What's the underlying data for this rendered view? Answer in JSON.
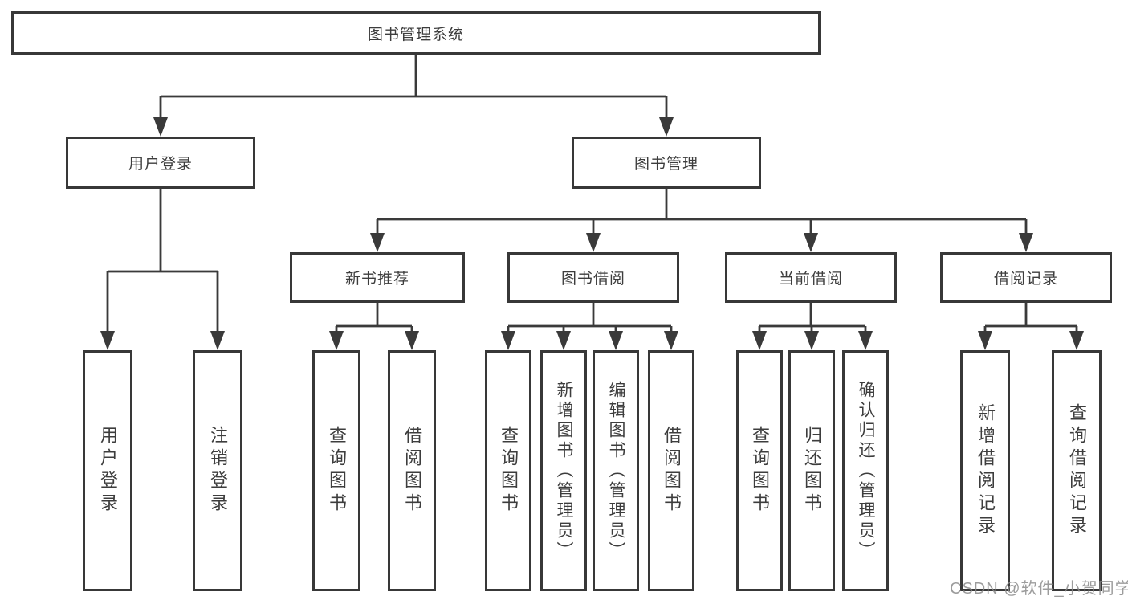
{
  "diagram": {
    "root": {
      "label": "图书管理系统"
    },
    "level2": [
      {
        "label": "用户登录"
      },
      {
        "label": "图书管理"
      }
    ],
    "level3": [
      {
        "label": "新书推荐"
      },
      {
        "label": "图书借阅"
      },
      {
        "label": "当前借阅"
      },
      {
        "label": "借阅记录"
      }
    ],
    "leaves": [
      {
        "label": "用户登录",
        "parent": "用户登录"
      },
      {
        "label": "注销登录",
        "parent": "用户登录"
      },
      {
        "label": "查询图书",
        "parent": "新书推荐"
      },
      {
        "label": "借阅图书",
        "parent": "新书推荐"
      },
      {
        "label": "查询图书",
        "parent": "图书借阅"
      },
      {
        "label": "新增图书（管理员）",
        "parent": "图书借阅"
      },
      {
        "label": "编辑图书（管理员）",
        "parent": "图书借阅"
      },
      {
        "label": "借阅图书",
        "parent": "图书借阅"
      },
      {
        "label": "查询图书",
        "parent": "当前借阅"
      },
      {
        "label": "归还图书",
        "parent": "当前借阅"
      },
      {
        "label": "确认归还（管理员）",
        "parent": "当前借阅"
      },
      {
        "label": "新增借阅记录",
        "parent": "借阅记录"
      },
      {
        "label": "查询借阅记录",
        "parent": "借阅记录"
      }
    ],
    "watermark": "CSDN @软件_小贺同学",
    "colors": {
      "line": "#3a3a3a",
      "border": "#383838",
      "text": "#3d3d3d",
      "watermark": "#8b8b8b",
      "background": "#ffffff"
    }
  }
}
